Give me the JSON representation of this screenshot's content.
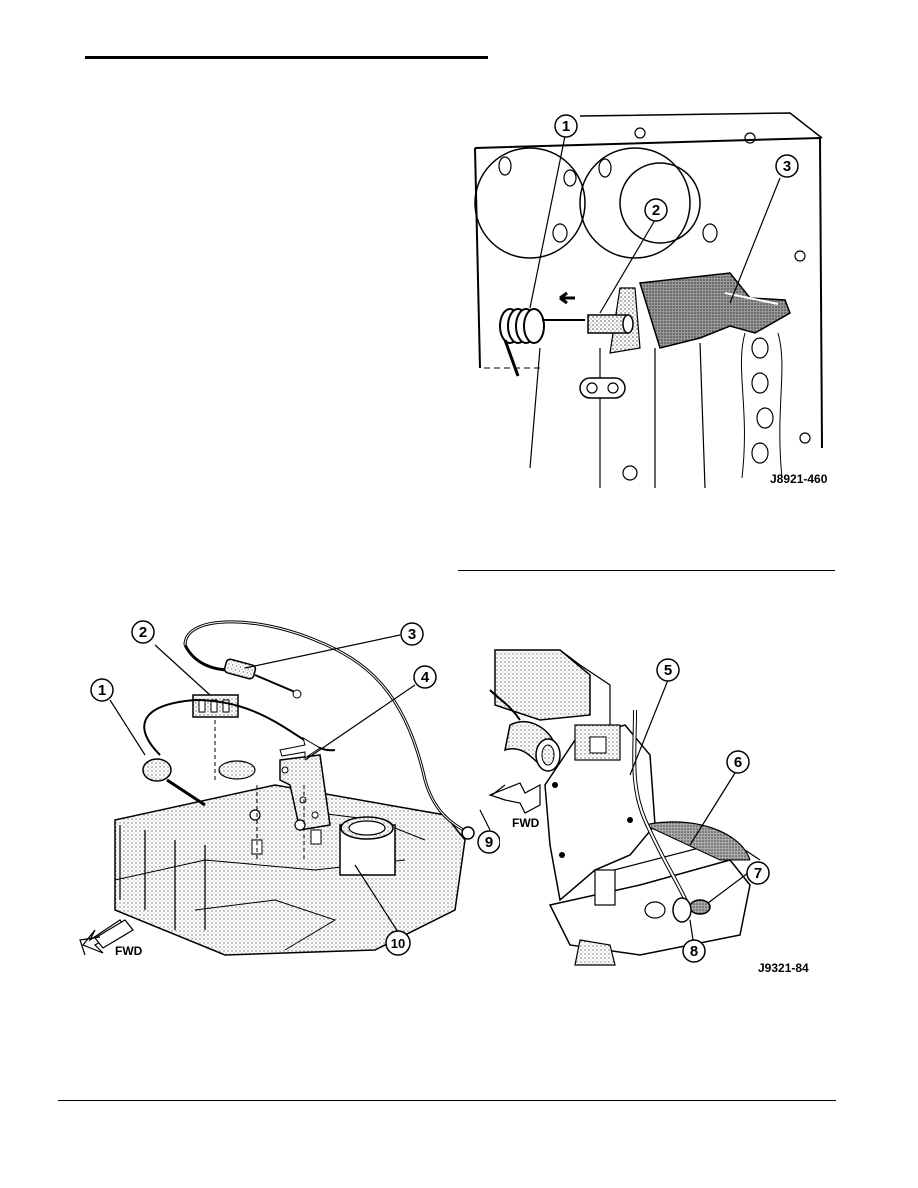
{
  "top_figure": {
    "figure_id": "J8921-460",
    "callouts": [
      "1",
      "2",
      "3"
    ]
  },
  "bottom_left_figure": {
    "direction_label": "FWD",
    "callouts": [
      "1",
      "2",
      "3",
      "4",
      "9",
      "10"
    ]
  },
  "bottom_right_figure": {
    "figure_id": "J9321-84",
    "direction_label": "FWD",
    "callouts": [
      "5",
      "6",
      "7",
      "8"
    ]
  }
}
